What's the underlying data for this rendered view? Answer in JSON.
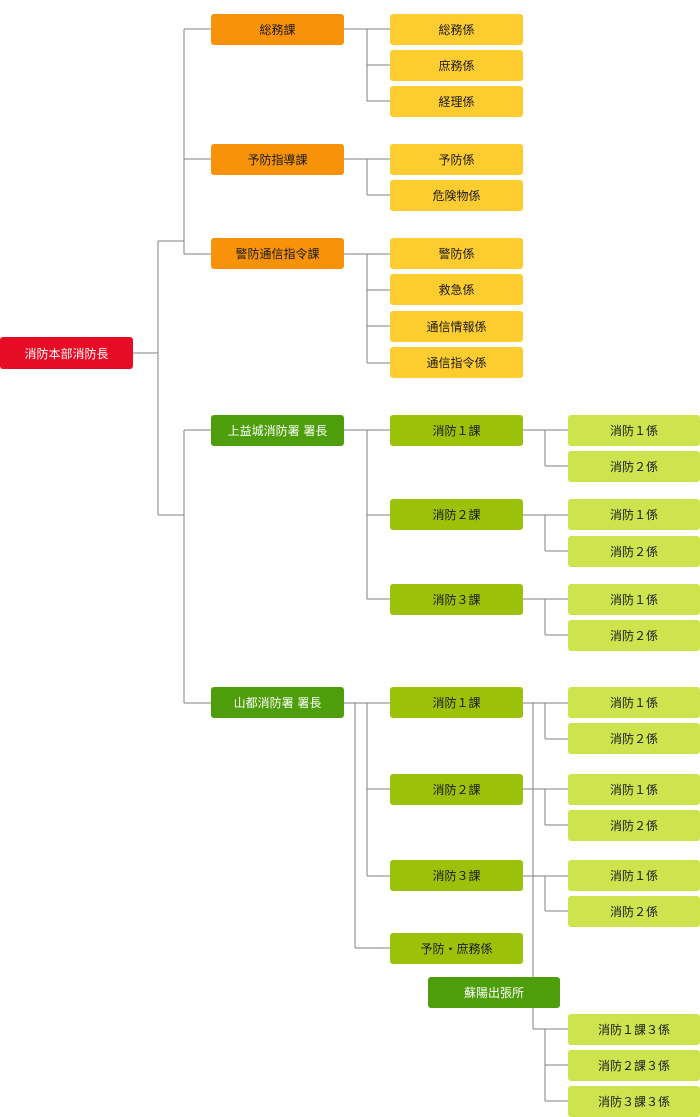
{
  "chief": "消防本部消防長",
  "sections": [
    {
      "label": "総務課",
      "units": [
        "総務係",
        "庶務係",
        "経理係"
      ]
    },
    {
      "label": "予防指導課",
      "units": [
        "予防係",
        "危険物係"
      ]
    },
    {
      "label": "警防通信指令課",
      "units": [
        "警防係",
        "救急係",
        "通信情報係",
        "通信指令係"
      ]
    }
  ],
  "stations": [
    {
      "label": "上益城消防署 署長",
      "divisions": [
        {
          "label": "消防１課",
          "units": [
            "消防１係",
            "消防２係"
          ]
        },
        {
          "label": "消防２課",
          "units": [
            "消防１係",
            "消防２係"
          ]
        },
        {
          "label": "消防３課",
          "units": [
            "消防１係",
            "消防２係"
          ]
        }
      ]
    },
    {
      "label": "山都消防署 署長",
      "divisions": [
        {
          "label": "消防１課",
          "units": [
            "消防１係",
            "消防２係"
          ]
        },
        {
          "label": "消防２課",
          "units": [
            "消防１係",
            "消防２係"
          ]
        },
        {
          "label": "消防３課",
          "units": [
            "消防１係",
            "消防２係"
          ]
        }
      ],
      "prevention": "予防・庶務係",
      "branch": {
        "label": "蘇陽出張所",
        "units": [
          "消防１課３係",
          "消防２課３係",
          "消防３課３係"
        ]
      }
    }
  ],
  "colors": {
    "chief": "#e60c25",
    "section": "#f79209",
    "section_unit": "#fdcd2f",
    "station": "#4d9e0a",
    "division": "#9bc208",
    "division_unit": "#cde44e",
    "connector": "#808080"
  }
}
